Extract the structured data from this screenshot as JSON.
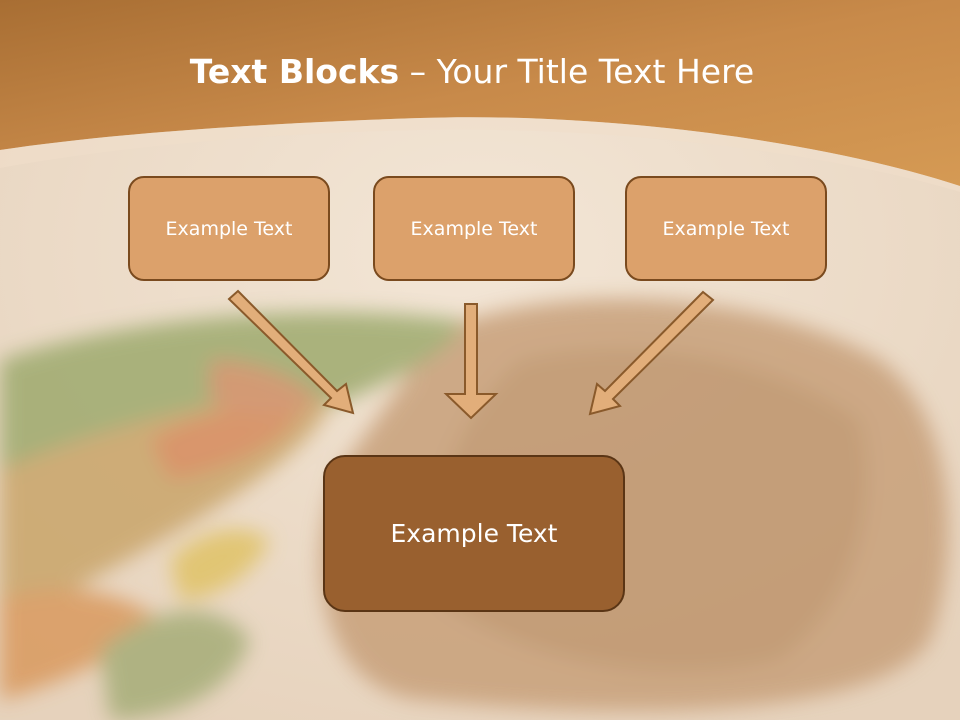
{
  "title": {
    "bold": "Text Blocks",
    "rest": " – Your Title Text Here"
  },
  "blocks": [
    {
      "label": "Example Text"
    },
    {
      "label": "Example Text"
    },
    {
      "label": "Example Text"
    }
  ],
  "center_block": {
    "label": "Example Text"
  },
  "colors": {
    "header_band": "#c98a48",
    "box_fill": "#dca16b",
    "center_fill": "#99602f",
    "outline": "#7a4a1e",
    "arrow_fill": "#e2ae7a"
  }
}
